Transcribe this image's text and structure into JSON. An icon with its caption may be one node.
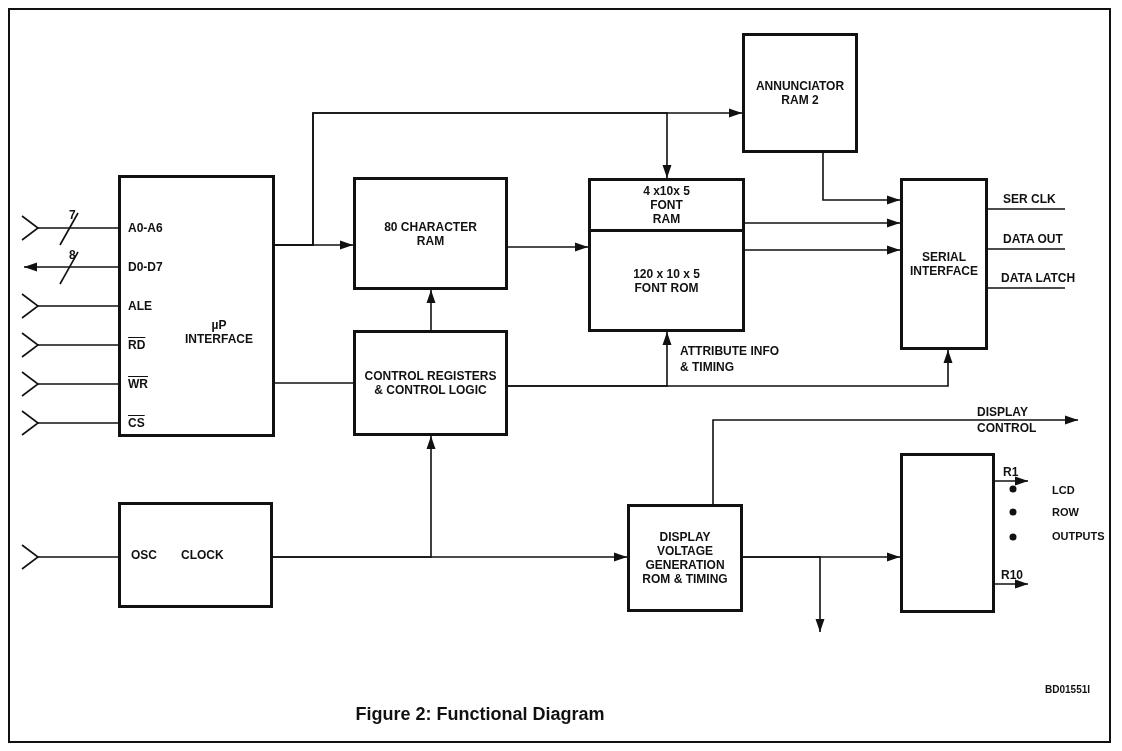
{
  "diagram": {
    "caption": "Figure 2: Functional Diagram",
    "nodes": [
      {
        "text": [
          "µP INTERFACE"
        ]
      },
      {
        "text": [
          "A0-A6"
        ],
        "in": 0
      },
      {
        "text": [
          "D0-D7"
        ],
        "in": 0
      },
      {
        "text": [
          "ALE"
        ],
        "in": 0
      },
      {
        "text": [
          "RD"
        ],
        "in": 0
      },
      {
        "text": [
          "WR"
        ],
        "in": 0
      },
      {
        "text": [
          "CS"
        ],
        "in": 0
      },
      {
        "text": [
          "OSC",
          "CLOCK"
        ]
      },
      {
        "text": [
          "80 CHARACTER RAM"
        ]
      },
      {
        "text": [
          "CONTROL REGISTERS & CONTROL LOGIC"
        ]
      },
      {
        "text": [
          "4 x10x 5 FONT RAM"
        ]
      },
      {
        "text": [
          "120 x 10 x 5 FONT ROM"
        ]
      },
      {
        "text": [
          "ANNUNCIATOR RAM 2"
        ]
      },
      {
        "text": [
          "SERIAL INTERFACE"
        ]
      },
      {
        "text": [
          "DISPLAY VOLTAGE GENERATION ROM & TIMING"
        ]
      },
      {
        "text": [],
        "shape": "box"
      }
    ],
    "edges": [
      {
        "from": null,
        "to": 1,
        "arrow": "other"
      },
      {
        "from": 2,
        "to": null,
        "arrow": "to"
      },
      {
        "from": null,
        "to": 3,
        "arrow": "other"
      },
      {
        "from": null,
        "to": 4,
        "arrow": "other"
      },
      {
        "from": null,
        "to": 5,
        "arrow": "other"
      },
      {
        "from": null,
        "to": 6,
        "arrow": "other"
      },
      {
        "from": 0,
        "to": 8,
        "arrow": "to"
      },
      {
        "from": 0,
        "to": 12,
        "arrow": "to"
      },
      {
        "from": 0,
        "to": 10,
        "arrow": "to"
      },
      {
        "from": 0,
        "to": 9,
        "arrow": "none"
      },
      {
        "from": 8,
        "to": 11,
        "arrow": "to"
      },
      {
        "from": 9,
        "to": 8,
        "arrow": "to"
      },
      {
        "from": 9,
        "to": 11,
        "arrow": "to",
        "label": "ATTRIBUTE INFO & TIMING"
      },
      {
        "from": 9,
        "to": 13,
        "arrow": "to"
      },
      {
        "from": 12,
        "to": 13,
        "arrow": "to"
      },
      {
        "from": 10,
        "to": 13,
        "arrow": "to"
      },
      {
        "from": 11,
        "to": 13,
        "arrow": "to"
      },
      {
        "from": 13,
        "to": null,
        "arrow": "none",
        "label": "SER CLK"
      },
      {
        "from": 13,
        "to": null,
        "arrow": "none",
        "label": "DATA OUT"
      },
      {
        "from": 13,
        "to": null,
        "arrow": "none",
        "label": "DATA LATCH"
      },
      {
        "from": null,
        "to": 7,
        "arrow": "other"
      },
      {
        "from": 7,
        "to": 14,
        "arrow": "to"
      },
      {
        "from": 7,
        "to": 9,
        "arrow": "to"
      },
      {
        "from": 14,
        "to": null,
        "arrow": "to",
        "label": "DISPLAY CONTROL"
      },
      {
        "from": 14,
        "to": 15,
        "arrow": "to"
      },
      {
        "from": 14,
        "to": null,
        "arrow": "to"
      },
      {
        "from": 15,
        "to": null,
        "arrow": "to",
        "label": "R1"
      },
      {
        "from": 15,
        "to": null,
        "arrow": "to",
        "label": "R10"
      }
    ],
    "labels": [
      "7",
      "8",
      "LCD",
      "ROW",
      "OUTPUTS",
      "BD01551I"
    ]
  }
}
